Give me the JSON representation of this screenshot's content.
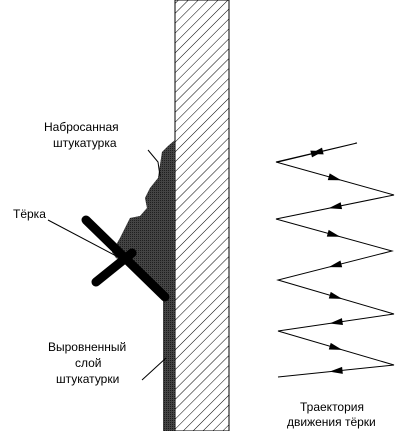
{
  "labels": {
    "thrown_plaster_line1": "Набросанная",
    "thrown_plaster_line2": "штукатурка",
    "float_tool": "Тёрка",
    "leveled_line1": "Выровненный",
    "leveled_line2": "слой",
    "leveled_line3": "штукатурки",
    "trajectory_line1": "Траектория",
    "trajectory_line2": "движения тёрки"
  },
  "colors": {
    "ink": "#000000",
    "background": "#ffffff",
    "plaster_fill": "#333333"
  }
}
